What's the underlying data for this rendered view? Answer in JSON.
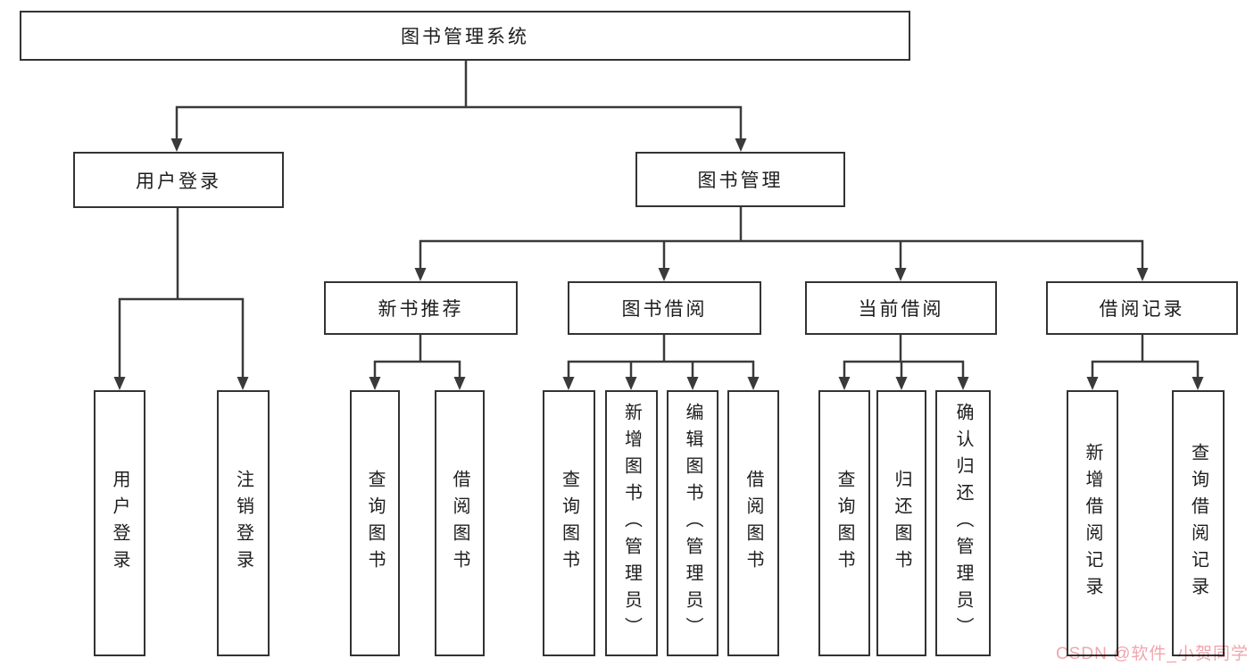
{
  "diagram": {
    "title": "图书管理系统",
    "type": "hierarchy-tree",
    "colors": {
      "line": "#3a3a3a",
      "box_border": "#333333",
      "text": "#1d1d1d",
      "background": "#ffffff",
      "watermark": "#f1a0a9"
    },
    "tree": {
      "root": {
        "label": "图书管理系统"
      },
      "branches": [
        {
          "label": "用户登录",
          "children": [
            {
              "label": "用户登录"
            },
            {
              "label": "注销登录"
            }
          ]
        },
        {
          "label": "图书管理",
          "children": [
            {
              "label": "新书推荐",
              "children": [
                {
                  "label": "查询图书"
                },
                {
                  "label": "借阅图书"
                }
              ]
            },
            {
              "label": "图书借阅",
              "children": [
                {
                  "label": "查询图书"
                },
                {
                  "label": "新增图书（管理员）"
                },
                {
                  "label": "编辑图书（管理员）"
                },
                {
                  "label": "借阅图书"
                }
              ]
            },
            {
              "label": "当前借阅",
              "children": [
                {
                  "label": "查询图书"
                },
                {
                  "label": "归还图书"
                },
                {
                  "label": "确认归还（管理员）"
                }
              ]
            },
            {
              "label": "借阅记录",
              "children": [
                {
                  "label": "新增借阅记录"
                },
                {
                  "label": "查询借阅记录"
                }
              ]
            }
          ]
        }
      ]
    },
    "watermark": {
      "text": "CSDN @软件_小贺同学"
    }
  }
}
